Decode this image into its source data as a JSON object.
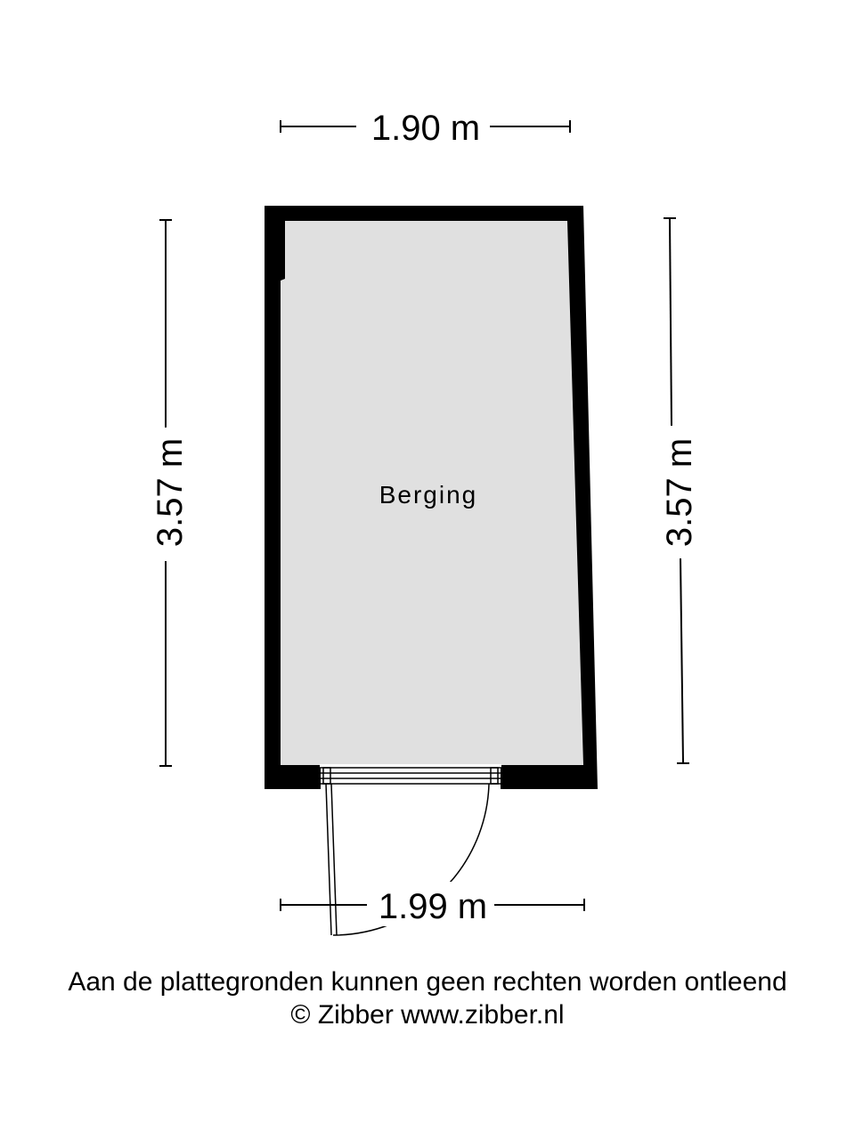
{
  "dimensions": {
    "top_width": "1.90 m",
    "bottom_width": "1.99 m",
    "left_height": "3.57 m",
    "right_height": "3.57 m"
  },
  "rooms": [
    {
      "label": "Berging"
    }
  ],
  "footer": {
    "disclaimer": "Aan de plattegronden kunnen geen rechten worden ontleend",
    "credit": "© Zibber www.zibber.nl"
  },
  "colors": {
    "wall": "#000000",
    "floor": "#e0e0e0",
    "background": "#ffffff"
  }
}
